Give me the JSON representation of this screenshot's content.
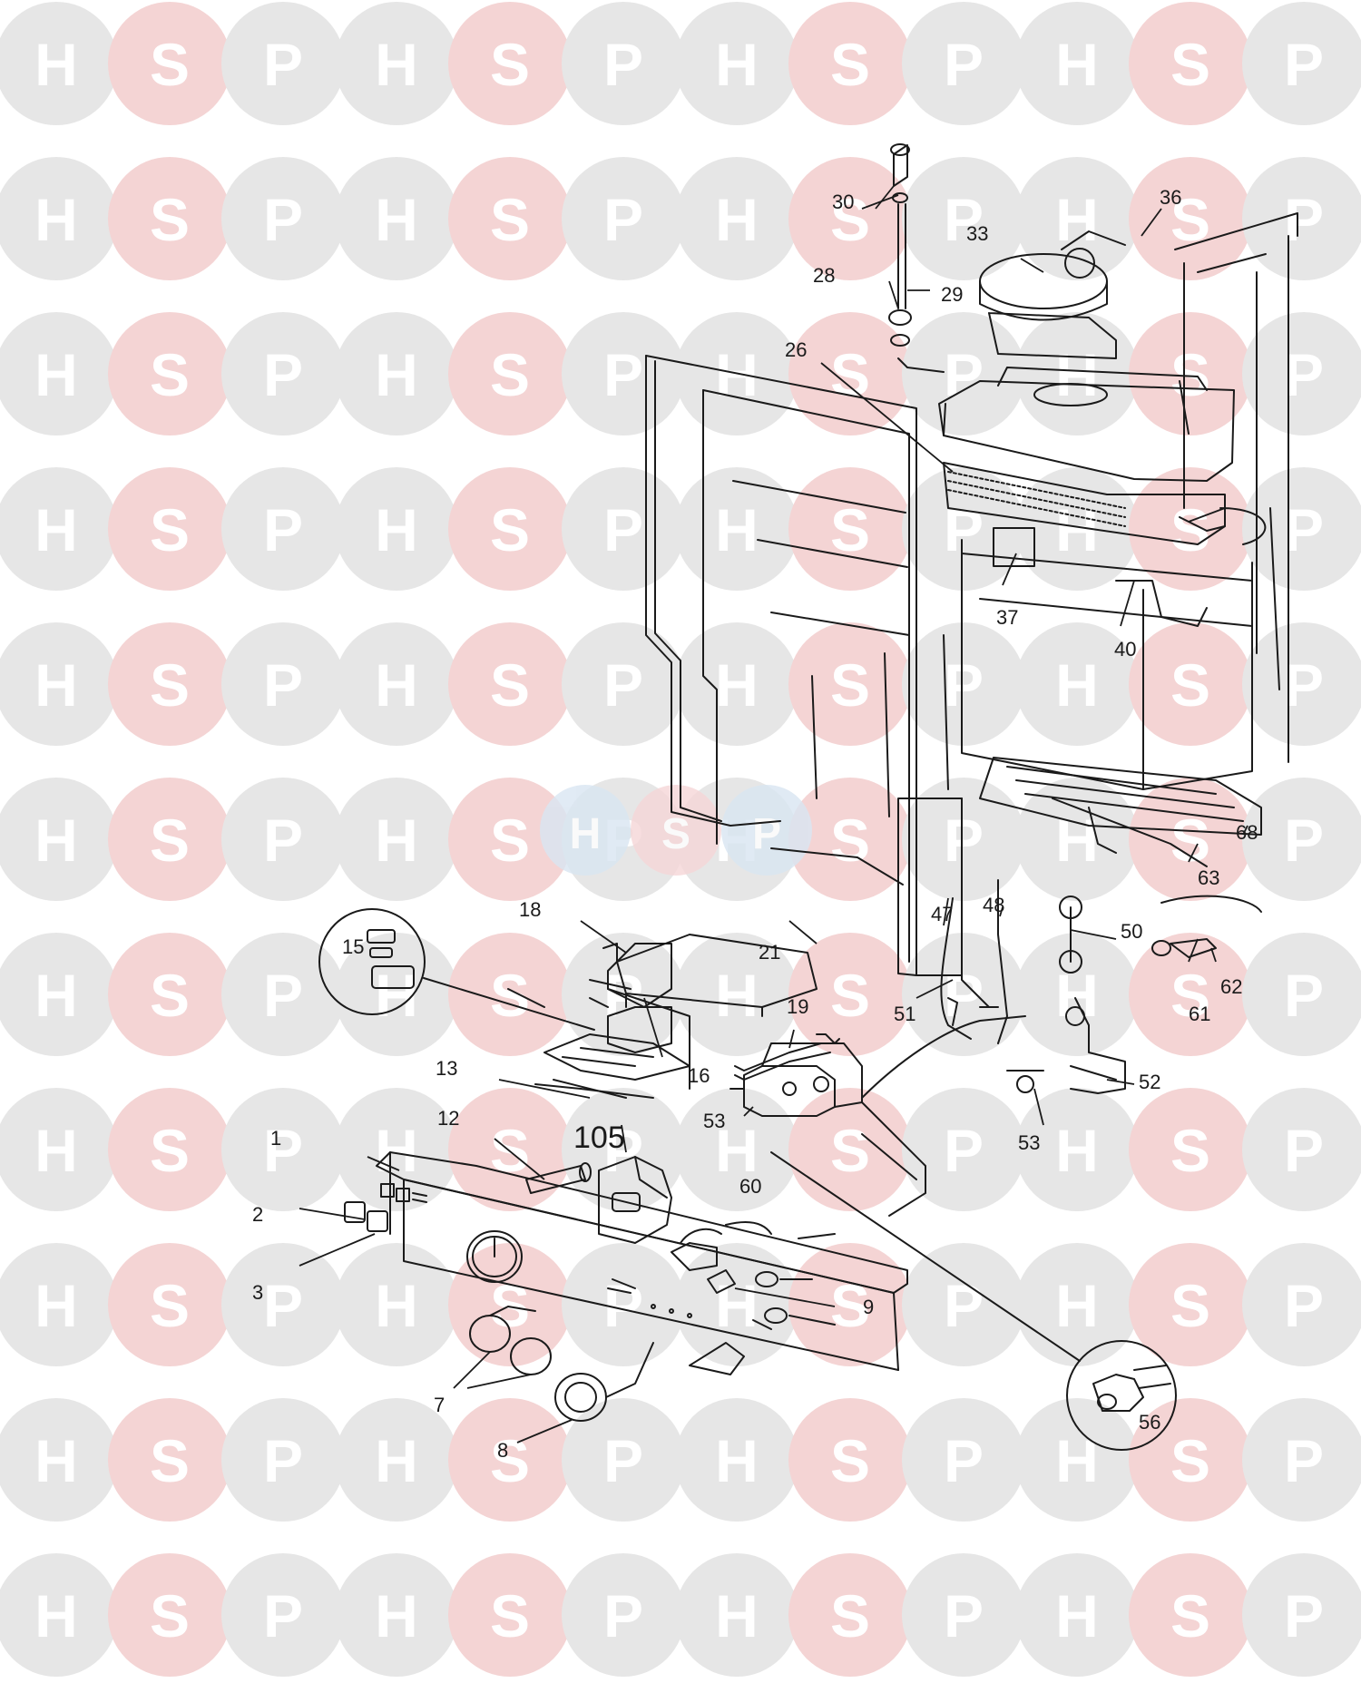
{
  "watermark": {
    "letters": [
      "H",
      "S",
      "P"
    ],
    "colors": {
      "grey": "#e6e6e6",
      "pink": "#f4d4d4",
      "letter": "#ffffff",
      "center_blue": "#d9e6f2",
      "center_pink": "#f6d6d8"
    }
  },
  "diagram": {
    "line_color": "#1a1a1a",
    "callouts": [
      {
        "label": "1"
      },
      {
        "label": "2"
      },
      {
        "label": "3"
      },
      {
        "label": "7"
      },
      {
        "label": "8"
      },
      {
        "label": "9"
      },
      {
        "label": "12"
      },
      {
        "label": "13"
      },
      {
        "label": "15"
      },
      {
        "label": "16"
      },
      {
        "label": "18"
      },
      {
        "label": "19"
      },
      {
        "label": "21"
      },
      {
        "label": "26"
      },
      {
        "label": "28"
      },
      {
        "label": "29"
      },
      {
        "label": "30"
      },
      {
        "label": "33"
      },
      {
        "label": "36"
      },
      {
        "label": "37"
      },
      {
        "label": "40"
      },
      {
        "label": "47"
      },
      {
        "label": "48"
      },
      {
        "label": "50"
      },
      {
        "label": "51"
      },
      {
        "label": "52"
      },
      {
        "label": "53"
      },
      {
        "label": "53"
      },
      {
        "label": "56"
      },
      {
        "label": "60"
      },
      {
        "label": "61"
      },
      {
        "label": "62"
      },
      {
        "label": "63"
      },
      {
        "label": "68"
      },
      {
        "label": "105"
      }
    ]
  }
}
